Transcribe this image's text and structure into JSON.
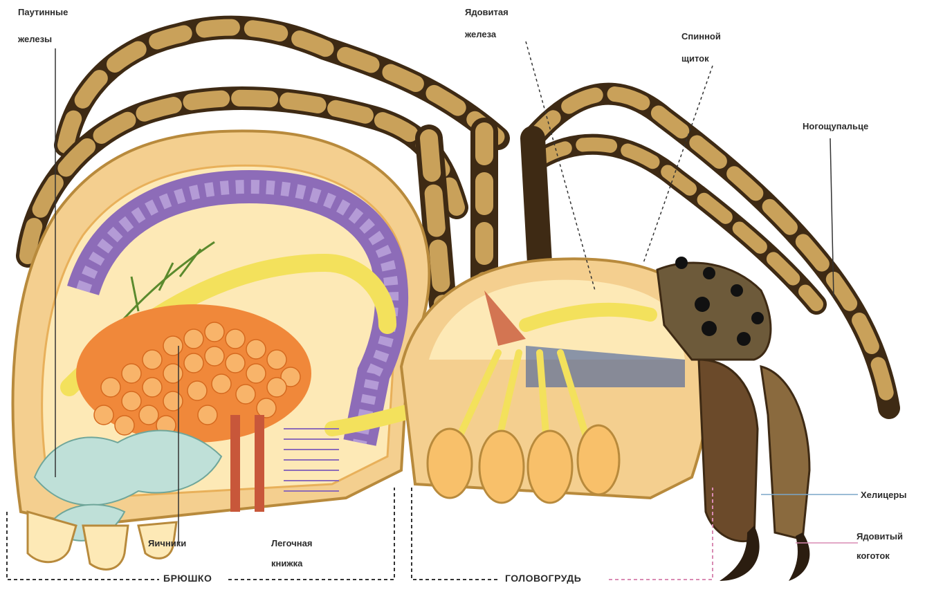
{
  "labels": {
    "silk_glands": [
      "Паутинные",
      "железы"
    ],
    "venom_gland": [
      "Ядовитая",
      "железа"
    ],
    "dorsal_shield": [
      "Спинной",
      "щиток"
    ],
    "pedipalps": "Ногощупальце",
    "chelicerae": "Хелицеры",
    "venom_claw": [
      "Ядовитый",
      "коготок"
    ],
    "ovaries": "Яичники",
    "book_lung": [
      "Легочная",
      "книжка"
    ]
  },
  "sections": {
    "abdomen": "БРЮШКО",
    "cephalothorax": "ГОЛОВОГРУДЬ"
  },
  "colors": {
    "leg": "#c9a15a",
    "leg_dark": "#3e2a14",
    "abdomen_wall": "#f4cf8f",
    "gut": "#8d6cb8",
    "nerve": "#f3e15c",
    "ovary": "#f0883a",
    "lung": "#bfe0d8",
    "blood": "#3d5b9c",
    "muscle": "#c8573a",
    "leader": "#333333",
    "bracket_pink": "#d98bb3"
  }
}
